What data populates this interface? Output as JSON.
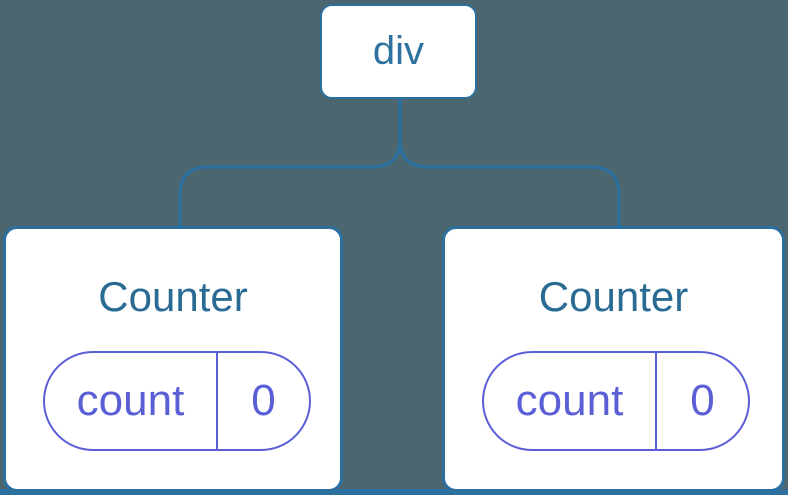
{
  "diagram": {
    "root_node": {
      "label": "div"
    },
    "children": [
      {
        "title": "Counter",
        "state_pill": {
          "name": "count",
          "value": "0"
        }
      },
      {
        "title": "Counter",
        "state_pill": {
          "name": "count",
          "value": "0"
        }
      }
    ]
  },
  "colors": {
    "background": "#4C6670",
    "node_border_blue": "#2B709F",
    "node_label_blue": "#2E739F",
    "component_title_blue": "#2A6B94",
    "state_purple": "#5B5FD6",
    "node_fill": "#FFFFFF"
  }
}
